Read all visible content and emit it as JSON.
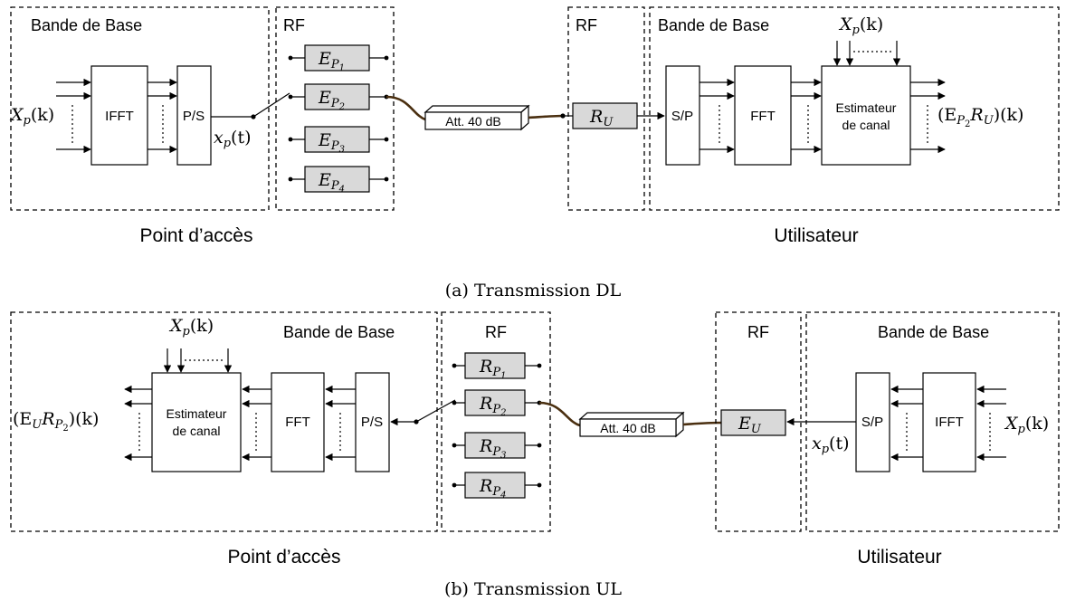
{
  "dl": {
    "caption": "(a) Transmission DL",
    "ap_baseband": "Bande de Base",
    "ap_rf": "RF",
    "ifft": "IFFT",
    "ps": "P/S",
    "input": "X",
    "input_sub": "p",
    "input_arg": "(k)",
    "signal": "x",
    "signal_sub": "p",
    "signal_arg": "(t)",
    "filters": [
      {
        "main": "E",
        "sub": "P",
        "subsub": "1"
      },
      {
        "main": "E",
        "sub": "P",
        "subsub": "2"
      },
      {
        "main": "E",
        "sub": "P",
        "subsub": "3"
      },
      {
        "main": "E",
        "sub": "P",
        "subsub": "4"
      }
    ],
    "attenuator": "Att. 40 dB",
    "user_rf": "RF",
    "user_baseband": "Bande de Base",
    "rx_filter": {
      "main": "R",
      "sub": "U"
    },
    "sp": "S/P",
    "fft": "FFT",
    "estimator_line1": "Estimateur",
    "estimator_line2": "de canal",
    "pilot": "X",
    "pilot_sub": "p",
    "pilot_arg": "(k)",
    "output": "(E",
    "output_sub": "P",
    "output_subsub": "2",
    "output_mid": "R",
    "output_sub2": "U",
    "output_end": ")(k)",
    "left_label": "Point d’accès",
    "right_label": "Utilisateur"
  },
  "ul": {
    "caption": "(b) Transmission UL",
    "ap_baseband": "Bande de Base",
    "ap_rf": "RF",
    "fft": "FFT",
    "ps": "P/S",
    "estimator_line1": "Estimateur",
    "estimator_line2": "de canal",
    "pilot": "X",
    "pilot_sub": "p",
    "pilot_arg": "(k)",
    "output": "(E",
    "output_sub": "U",
    "output_mid": "R",
    "output_sub2": "P",
    "output_subsub": "2",
    "output_end": ")(k)",
    "filters": [
      {
        "main": "R",
        "sub": "P",
        "subsub": "1"
      },
      {
        "main": "R",
        "sub": "P",
        "subsub": "2"
      },
      {
        "main": "R",
        "sub": "P",
        "subsub": "3"
      },
      {
        "main": "R",
        "sub": "P",
        "subsub": "4"
      }
    ],
    "attenuator": "Att. 40 dB",
    "user_rf": "RF",
    "user_baseband": "Bande de Base",
    "tx_filter": {
      "main": "E",
      "sub": "U"
    },
    "sp": "S/P",
    "ifft": "IFFT",
    "input": "X",
    "input_sub": "p",
    "input_arg": "(k)",
    "signal": "x",
    "signal_sub": "p",
    "signal_arg": "(t)",
    "left_label": "Point d’accès",
    "right_label": "Utilisateur"
  }
}
